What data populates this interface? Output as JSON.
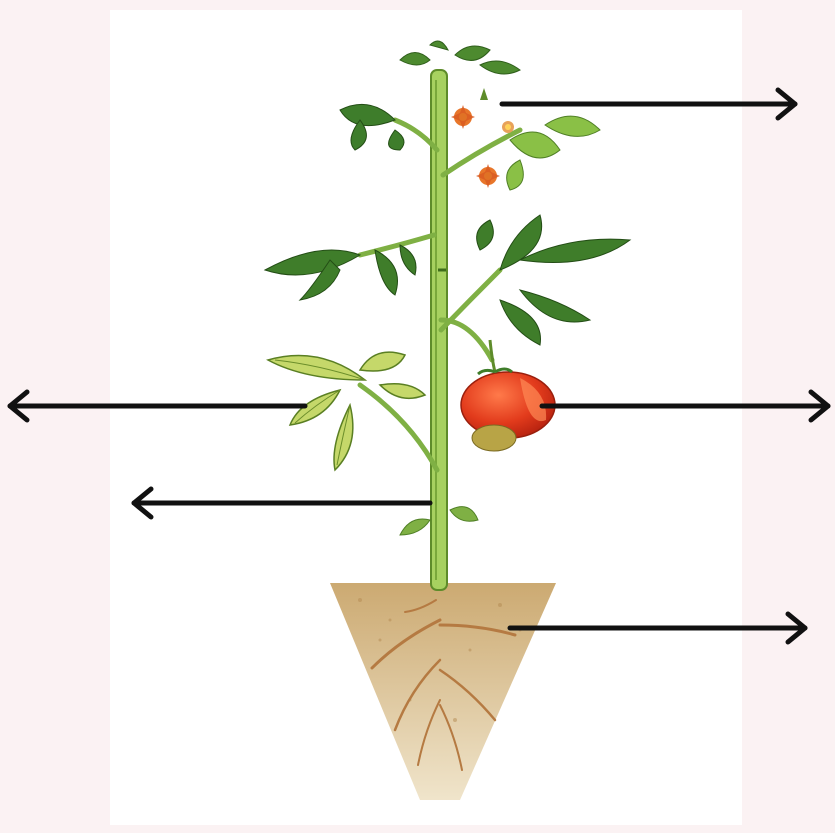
{
  "diagram": {
    "type": "labelled-plant-diagram",
    "subject": "tomato-plant",
    "labels": [
      {
        "key": "flower",
        "text": ""
      },
      {
        "key": "leaf",
        "text": ""
      },
      {
        "key": "fruit",
        "text": ""
      },
      {
        "key": "stem",
        "text": ""
      },
      {
        "key": "root",
        "text": ""
      }
    ]
  },
  "colors": {
    "background": "#fbf2f3",
    "panel": "#ffffff",
    "arrow": "#111111",
    "stem": "#9ccc55",
    "stem_dark": "#5e8c2a",
    "leaf_dark": "#3f7f2a",
    "leaf_light": "#c9dc72",
    "fruit": "#e0301a",
    "fruit_light": "#ff6a3c",
    "flower": "#e7722a",
    "soil": "#d6b47c",
    "root": "#c98d52"
  }
}
